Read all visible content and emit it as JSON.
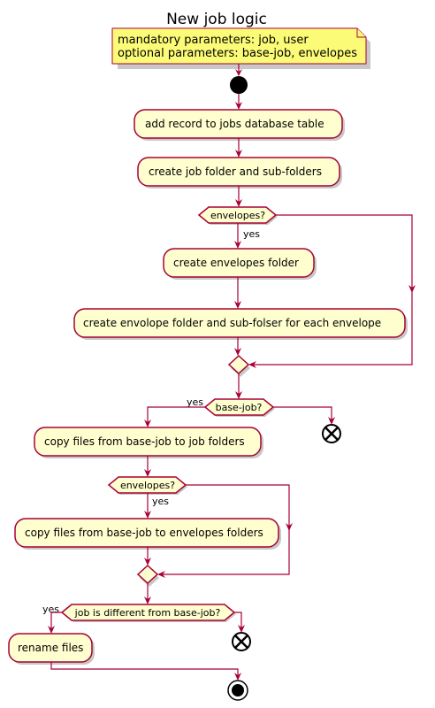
{
  "title": "New job logic",
  "note": {
    "line1": "mandatory parameters: job, user",
    "line2": "optional parameters: base-job, envelopes"
  },
  "activities": {
    "add_record": "add record to jobs database table",
    "create_job_folder": "create job folder and sub-folders",
    "create_envelopes_folder": "create envelopes folder",
    "create_envelope_each": "create envolope folder and sub-folser for each envelope",
    "copy_job_folders": "copy files from base-job to job folders",
    "copy_envelopes_folders": "copy files from base-job to envelopes folders",
    "rename_files": "rename files"
  },
  "decisions": {
    "envelopes_1": "envelopes?",
    "base_job": "base-job?",
    "envelopes_2": "envelopes?",
    "job_different": "job is different from base-job?"
  },
  "branch_labels": {
    "yes_1": "yes",
    "yes_2": "yes",
    "yes_3": "yes",
    "yes_4": "yes"
  },
  "colors": {
    "activity_fill": "#FEFECE",
    "line": "#A80036",
    "note_fill": "#FBFB77"
  }
}
